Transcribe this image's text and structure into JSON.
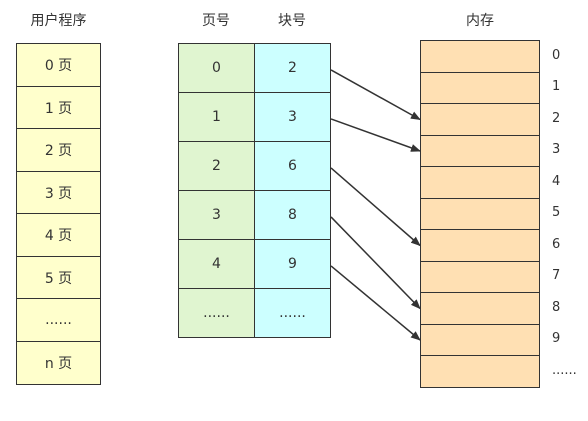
{
  "titles": {
    "user_program": "用户程序",
    "page_number": "页号",
    "block_number": "块号",
    "memory": "内存"
  },
  "user_program_pages": [
    "0 页",
    "1 页",
    "2 页",
    "3 页",
    "4 页",
    "5 页",
    "......",
    "n 页"
  ],
  "page_table": [
    {
      "page": "0",
      "block": "2"
    },
    {
      "page": "1",
      "block": "3"
    },
    {
      "page": "2",
      "block": "6"
    },
    {
      "page": "3",
      "block": "8"
    },
    {
      "page": "4",
      "block": "9"
    },
    {
      "page": "......",
      "block": "......"
    }
  ],
  "memory_labels": [
    "0",
    "1",
    "2",
    "3",
    "4",
    "5",
    "6",
    "7",
    "8",
    "9",
    "......"
  ],
  "mappings": [
    {
      "from_row": 0,
      "to_block": 2
    },
    {
      "from_row": 1,
      "to_block": 3
    },
    {
      "from_row": 2,
      "to_block": 6
    },
    {
      "from_row": 3,
      "to_block": 8
    },
    {
      "from_row": 4,
      "to_block": 9
    }
  ],
  "colors": {
    "user_program_fill": "#ffffcc",
    "page_number_fill": "#e0f5d0",
    "block_number_fill": "#ccffff",
    "memory_fill": "#ffe0b3",
    "border": "#333333"
  }
}
